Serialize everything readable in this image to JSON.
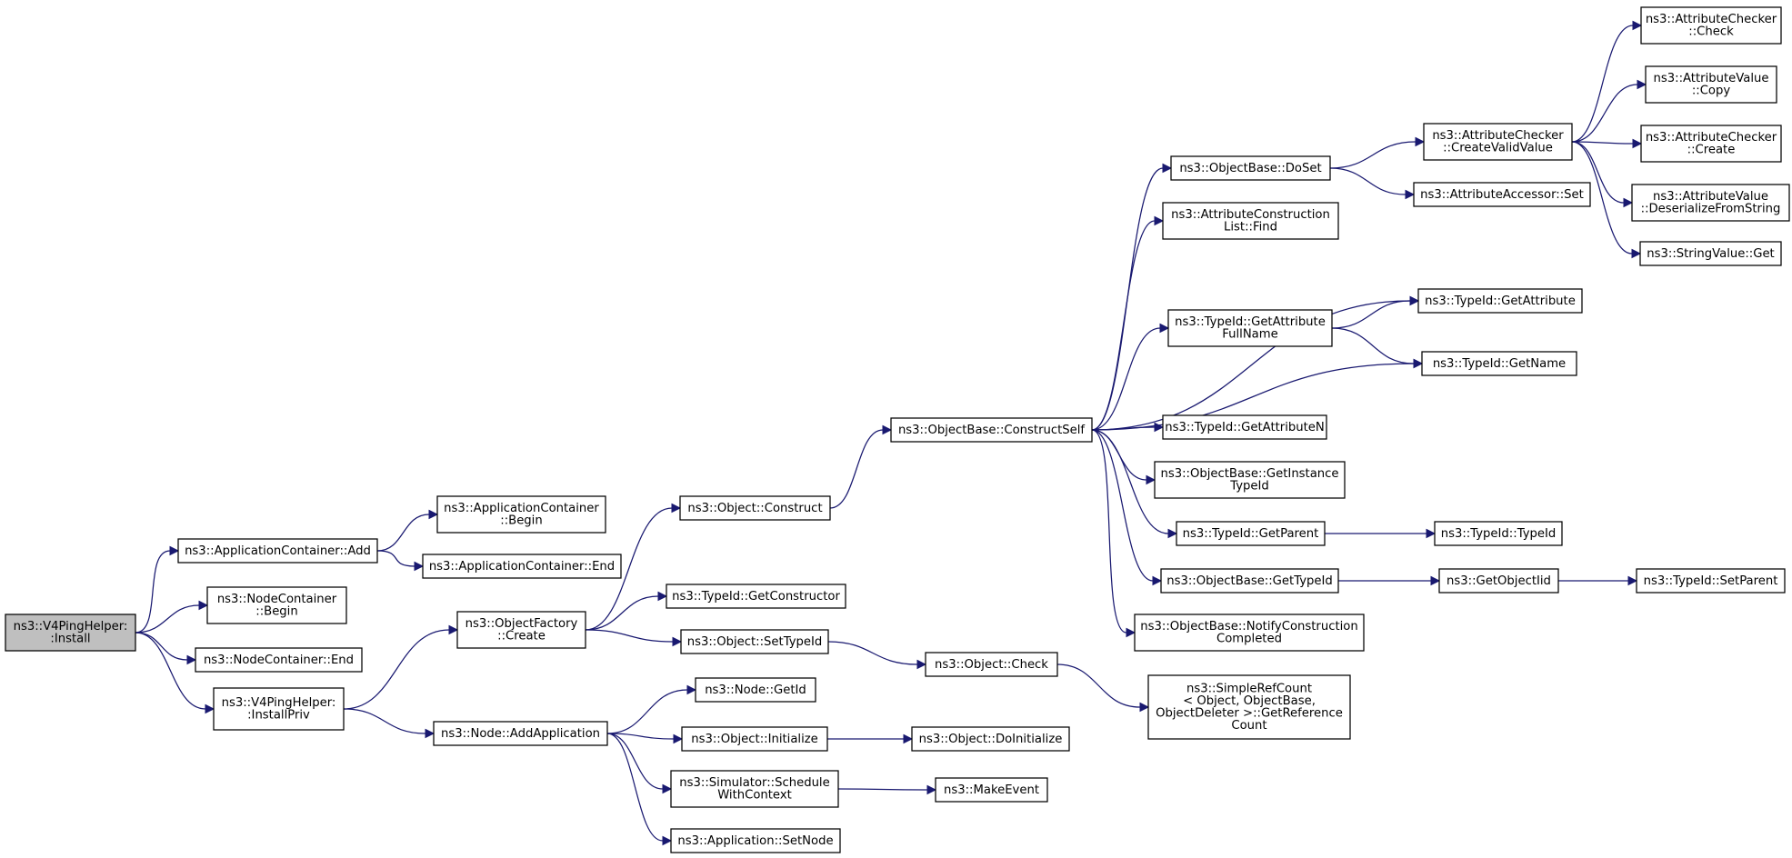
{
  "diagram": {
    "type": "doxygen-call-graph",
    "colors": {
      "edge": "#191970",
      "node_border": "#000000",
      "root_fill": "#bfbfbf",
      "node_fill": "#ffffff"
    },
    "nodes": [
      {
        "id": "root",
        "lines": [
          "ns3::V4PingHelper:",
          ":Install"
        ]
      },
      {
        "id": "appAdd",
        "lines": [
          "ns3::ApplicationContainer::Add"
        ]
      },
      {
        "id": "appBegin",
        "lines": [
          "ns3::ApplicationContainer",
          "::Begin"
        ]
      },
      {
        "id": "appEnd",
        "lines": [
          "ns3::ApplicationContainer::End"
        ]
      },
      {
        "id": "ncBegin",
        "lines": [
          "ns3::NodeContainer",
          "::Begin"
        ]
      },
      {
        "id": "ncEnd",
        "lines": [
          "ns3::NodeContainer::End"
        ]
      },
      {
        "id": "installPriv",
        "lines": [
          "ns3::V4PingHelper:",
          ":InstallPriv"
        ]
      },
      {
        "id": "ofCreate",
        "lines": [
          "ns3::ObjectFactory",
          "::Create"
        ]
      },
      {
        "id": "objConstruct",
        "lines": [
          "ns3::Object::Construct"
        ]
      },
      {
        "id": "getCtor",
        "lines": [
          "ns3::TypeId::GetConstructor"
        ]
      },
      {
        "id": "setTypeId",
        "lines": [
          "ns3::Object::SetTypeId"
        ]
      },
      {
        "id": "objCheck",
        "lines": [
          "ns3::Object::Check"
        ]
      },
      {
        "id": "nodeAddApp",
        "lines": [
          "ns3::Node::AddApplication"
        ]
      },
      {
        "id": "nodeGetId",
        "lines": [
          "ns3::Node::GetId"
        ]
      },
      {
        "id": "objInit",
        "lines": [
          "ns3::Object::Initialize"
        ]
      },
      {
        "id": "objDoInit",
        "lines": [
          "ns3::Object::DoInitialize"
        ]
      },
      {
        "id": "simSched",
        "lines": [
          "ns3::Simulator::Schedule",
          "WithContext"
        ]
      },
      {
        "id": "makeEvent",
        "lines": [
          "ns3::MakeEvent"
        ]
      },
      {
        "id": "appSetNode",
        "lines": [
          "ns3::Application::SetNode"
        ]
      },
      {
        "id": "constructSelf",
        "lines": [
          "ns3::ObjectBase::ConstructSelf"
        ]
      },
      {
        "id": "doSet",
        "lines": [
          "ns3::ObjectBase::DoSet"
        ]
      },
      {
        "id": "acCreateValid",
        "lines": [
          "ns3::AttributeChecker",
          "::CreateValidValue"
        ]
      },
      {
        "id": "acCheck",
        "lines": [
          "ns3::AttributeChecker",
          "::Check"
        ]
      },
      {
        "id": "avCopy",
        "lines": [
          "ns3::AttributeValue",
          "::Copy"
        ]
      },
      {
        "id": "acCreate",
        "lines": [
          "ns3::AttributeChecker",
          "::Create"
        ]
      },
      {
        "id": "avDeser",
        "lines": [
          "ns3::AttributeValue",
          "::DeserializeFromString"
        ]
      },
      {
        "id": "svGet",
        "lines": [
          "ns3::StringValue::Get"
        ]
      },
      {
        "id": "aaSet",
        "lines": [
          "ns3::AttributeAccessor::Set"
        ]
      },
      {
        "id": "aclFind",
        "lines": [
          "ns3::AttributeConstruction",
          "List::Find"
        ]
      },
      {
        "id": "tidGetAttr",
        "lines": [
          "ns3::TypeId::GetAttribute"
        ]
      },
      {
        "id": "tidGetAttrFull",
        "lines": [
          "ns3::TypeId::GetAttribute",
          "FullName"
        ]
      },
      {
        "id": "tidGetName",
        "lines": [
          "ns3::TypeId::GetName"
        ]
      },
      {
        "id": "tidGetAttrN",
        "lines": [
          "ns3::TypeId::GetAttributeN"
        ]
      },
      {
        "id": "obGetInst",
        "lines": [
          "ns3::ObjectBase::GetInstance",
          "TypeId"
        ]
      },
      {
        "id": "tidGetParent",
        "lines": [
          "ns3::TypeId::GetParent"
        ]
      },
      {
        "id": "tidTypeId",
        "lines": [
          "ns3::TypeId::TypeId"
        ]
      },
      {
        "id": "obGetTypeId",
        "lines": [
          "ns3::ObjectBase::GetTypeId"
        ]
      },
      {
        "id": "getObjectIid",
        "lines": [
          "ns3::GetObjectIid"
        ]
      },
      {
        "id": "tidSetParent",
        "lines": [
          "ns3::TypeId::SetParent"
        ]
      },
      {
        "id": "obNotify",
        "lines": [
          "ns3::ObjectBase::NotifyConstruction",
          "Completed"
        ]
      },
      {
        "id": "srcGetRef",
        "lines": [
          "ns3::SimpleRefCount",
          "< Object, ObjectBase,",
          " ObjectDeleter >::GetReference",
          "Count"
        ]
      }
    ],
    "edges": [
      [
        "root",
        "appAdd"
      ],
      [
        "root",
        "ncBegin"
      ],
      [
        "root",
        "ncEnd"
      ],
      [
        "root",
        "installPriv"
      ],
      [
        "appAdd",
        "appBegin"
      ],
      [
        "appAdd",
        "appEnd"
      ],
      [
        "installPriv",
        "ofCreate"
      ],
      [
        "installPriv",
        "nodeAddApp"
      ],
      [
        "ofCreate",
        "objConstruct"
      ],
      [
        "ofCreate",
        "getCtor"
      ],
      [
        "ofCreate",
        "setTypeId"
      ],
      [
        "objConstruct",
        "constructSelf"
      ],
      [
        "setTypeId",
        "objCheck"
      ],
      [
        "objCheck",
        "srcGetRef"
      ],
      [
        "nodeAddApp",
        "nodeGetId"
      ],
      [
        "nodeAddApp",
        "objInit"
      ],
      [
        "nodeAddApp",
        "simSched"
      ],
      [
        "nodeAddApp",
        "appSetNode"
      ],
      [
        "objInit",
        "objDoInit"
      ],
      [
        "simSched",
        "makeEvent"
      ],
      [
        "constructSelf",
        "doSet"
      ],
      [
        "constructSelf",
        "aclFind"
      ],
      [
        "constructSelf",
        "tidGetAttr"
      ],
      [
        "constructSelf",
        "tidGetAttrFull"
      ],
      [
        "constructSelf",
        "tidGetName"
      ],
      [
        "constructSelf",
        "tidGetAttrN"
      ],
      [
        "constructSelf",
        "obGetInst"
      ],
      [
        "constructSelf",
        "tidGetParent"
      ],
      [
        "constructSelf",
        "obGetTypeId"
      ],
      [
        "constructSelf",
        "obNotify"
      ],
      [
        "doSet",
        "acCreateValid"
      ],
      [
        "doSet",
        "aaSet"
      ],
      [
        "acCreateValid",
        "acCheck"
      ],
      [
        "acCreateValid",
        "avCopy"
      ],
      [
        "acCreateValid",
        "acCreate"
      ],
      [
        "acCreateValid",
        "avDeser"
      ],
      [
        "acCreateValid",
        "svGet"
      ],
      [
        "tidGetAttrFull",
        "tidGetAttr"
      ],
      [
        "tidGetAttrFull",
        "tidGetName"
      ],
      [
        "tidGetParent",
        "tidTypeId"
      ],
      [
        "obGetTypeId",
        "getObjectIid"
      ],
      [
        "getObjectIid",
        "tidSetParent"
      ]
    ]
  }
}
